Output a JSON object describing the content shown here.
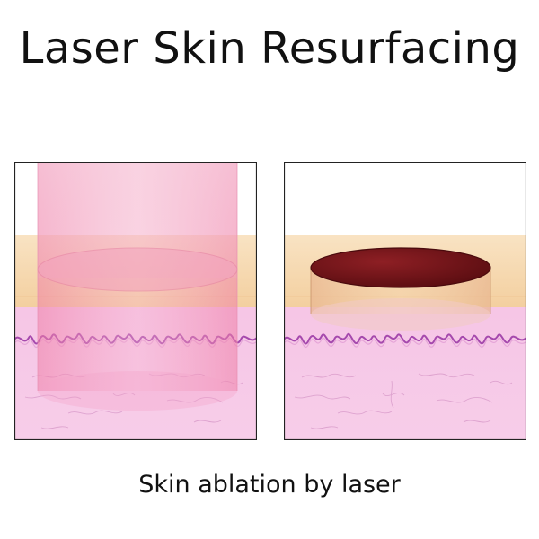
{
  "title": "Laser Skin Resurfacing",
  "caption": "Skin ablation by laser",
  "colors": {
    "epidermis": "#f7dcb6",
    "dermis": "#f2bde3",
    "wave": "#9a3fa6",
    "beam": "#f48bb0",
    "ablation": "#6e1418",
    "border": "#222222"
  },
  "panels": [
    {
      "name": "before-ablation",
      "beam": true,
      "ablated": false
    },
    {
      "name": "after-ablation",
      "beam": false,
      "ablated": true
    }
  ]
}
